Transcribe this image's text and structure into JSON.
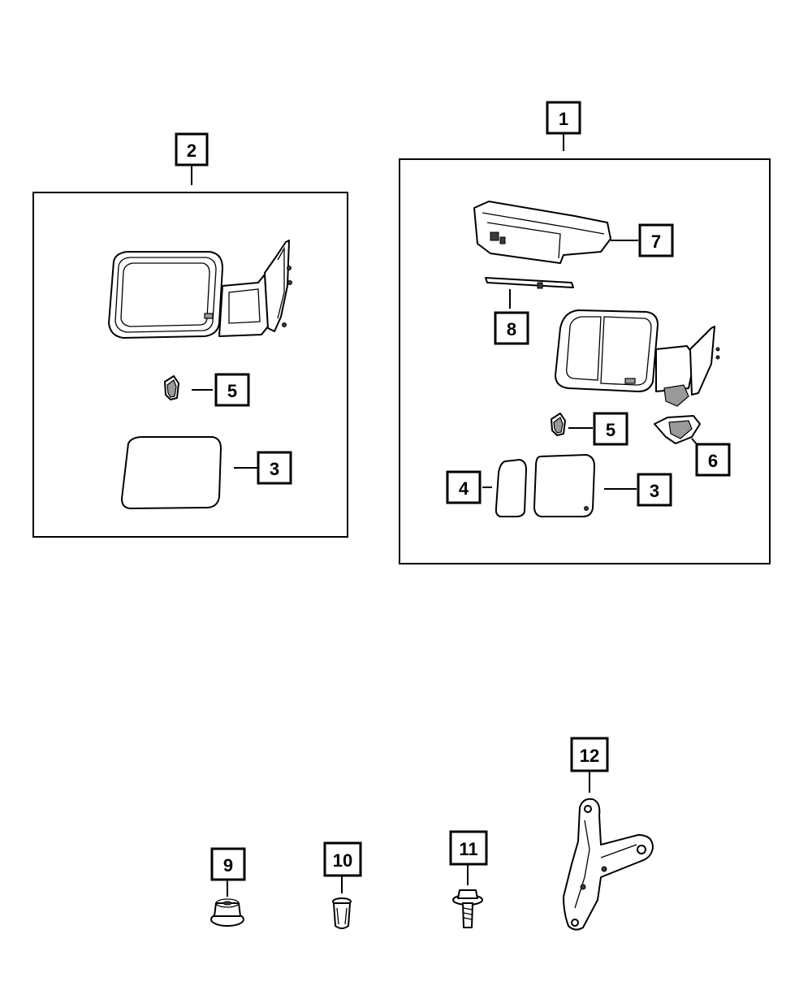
{
  "callouts": {
    "c1": "1",
    "c2": "2",
    "c3_left": "3",
    "c3_right": "3",
    "c4": "4",
    "c5_left": "5",
    "c5_right": "5",
    "c6": "6",
    "c7": "7",
    "c8": "8",
    "c9": "9",
    "c10": "10",
    "c11": "11",
    "c12": "12"
  }
}
